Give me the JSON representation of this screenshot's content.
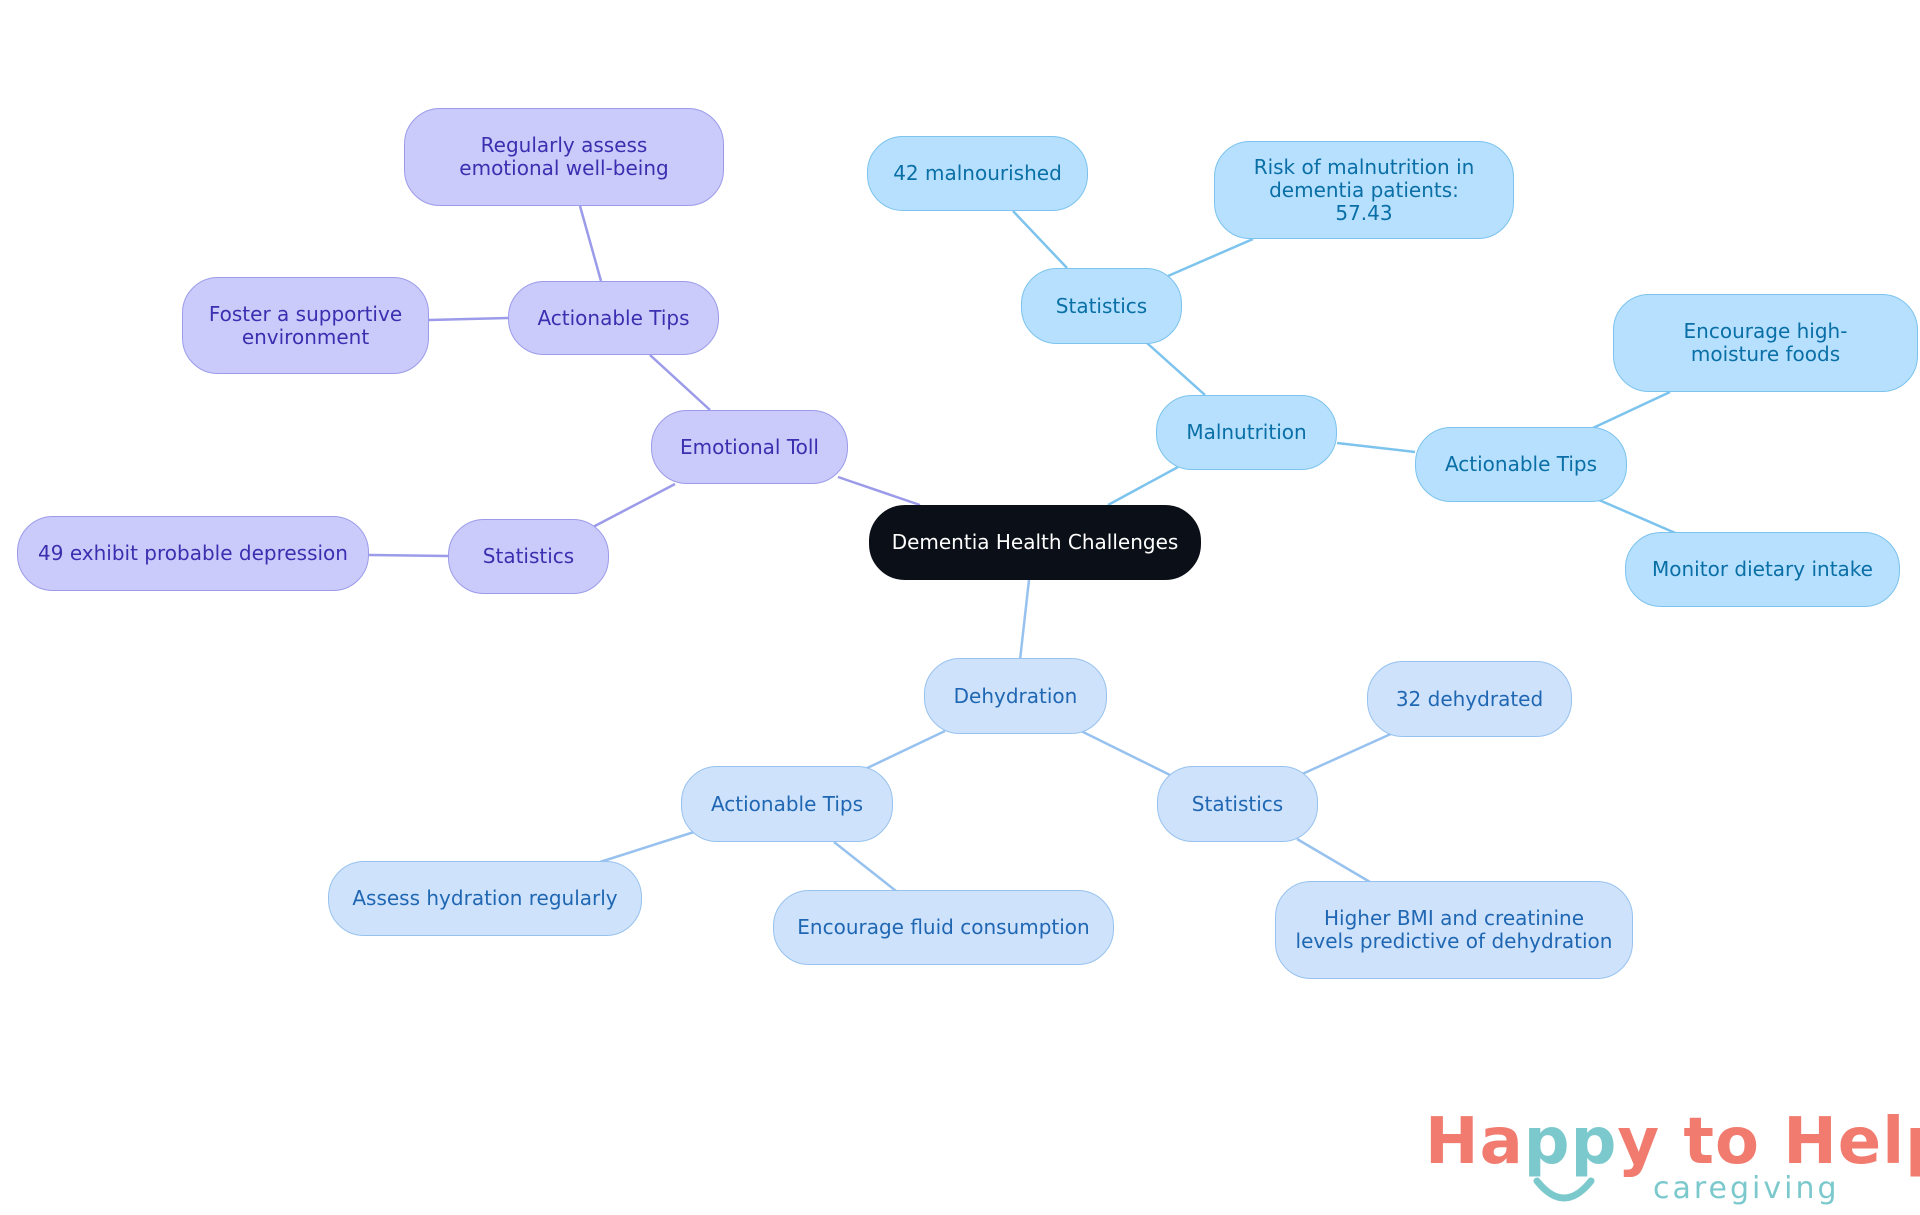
{
  "mindmap": {
    "root": {
      "label": "Dementia Health Challenges"
    },
    "emotional_toll": {
      "label": "Emotional Toll",
      "tips": {
        "label": "Actionable Tips",
        "items": [
          "Regularly assess emotional well-being",
          "Foster a supportive environment"
        ]
      },
      "statistics": {
        "label": "Statistics",
        "items": [
          "49 exhibit probable depression"
        ]
      }
    },
    "malnutrition": {
      "label": "Malnutrition",
      "statistics": {
        "label": "Statistics",
        "items": [
          "42 malnourished",
          "Risk of malnutrition in dementia patients: 57.43"
        ]
      },
      "tips": {
        "label": "Actionable Tips",
        "items": [
          "Encourage high-moisture foods",
          "Monitor dietary intake"
        ]
      }
    },
    "dehydration": {
      "label": "Dehydration",
      "tips": {
        "label": "Actionable Tips",
        "items": [
          "Assess hydration regularly",
          "Encourage fluid consumption"
        ]
      },
      "statistics": {
        "label": "Statistics",
        "items": [
          "32 dehydrated",
          "Higher BMI and creatinine levels predictive of dehydration"
        ]
      }
    }
  },
  "logo": {
    "title_part1": "Ha",
    "title_part2": "pp",
    "title_part3": "y to Help",
    "subtitle": "caregiving",
    "primary_color": "#f07b6e",
    "secondary_color": "#7cc9cd"
  },
  "colors": {
    "root_fill": "#0b0f17",
    "purple_fill": "#cbcbfb",
    "purple_edge": "#9b9bea",
    "sky_fill": "#b6e0fd",
    "sky_edge": "#7cc3ee",
    "blue_fill": "#cfe2fb",
    "blue_edge": "#97c2ef"
  }
}
